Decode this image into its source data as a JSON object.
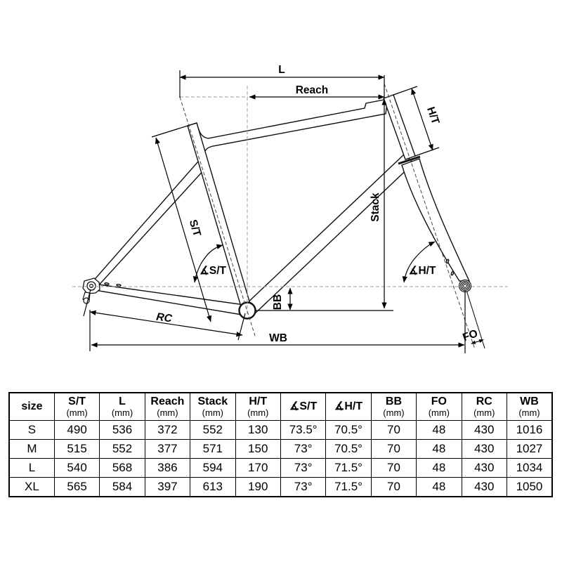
{
  "diagram": {
    "labels": {
      "l": "L",
      "reach": "Reach",
      "ht": "H/T",
      "stack": "Stack",
      "st": "S/T",
      "angle_st": "∡S/T",
      "angle_ht": "∡H/T",
      "bb": "BB",
      "rc": "RC",
      "wb": "WB",
      "fo": "FO"
    },
    "line_color": "#000000",
    "guide_color": "#999999"
  },
  "table": {
    "columns": [
      {
        "label": "size",
        "unit": ""
      },
      {
        "label": "S/T",
        "unit": "(mm)"
      },
      {
        "label": "L",
        "unit": "(mm)"
      },
      {
        "label": "Reach",
        "unit": "(mm)"
      },
      {
        "label": "Stack",
        "unit": "(mm)"
      },
      {
        "label": "H/T",
        "unit": "(mm)"
      },
      {
        "label": "∡S/T",
        "unit": ""
      },
      {
        "label": "∡H/T",
        "unit": ""
      },
      {
        "label": "BB",
        "unit": "(mm)"
      },
      {
        "label": "FO",
        "unit": "(mm)"
      },
      {
        "label": "RC",
        "unit": "(mm)"
      },
      {
        "label": "WB",
        "unit": "(mm)"
      }
    ],
    "rows": [
      {
        "cells": [
          "S",
          "490",
          "536",
          "372",
          "552",
          "130",
          "73.5°",
          "70.5°",
          "70",
          "48",
          "430",
          "1016"
        ]
      },
      {
        "cells": [
          "M",
          "515",
          "552",
          "377",
          "571",
          "150",
          "73°",
          "70.5°",
          "70",
          "48",
          "430",
          "1027"
        ]
      },
      {
        "cells": [
          "L",
          "540",
          "568",
          "386",
          "594",
          "170",
          "73°",
          "71.5°",
          "70",
          "48",
          "430",
          "1034"
        ]
      },
      {
        "cells": [
          "XL",
          "565",
          "584",
          "397",
          "613",
          "190",
          "73°",
          "71.5°",
          "70",
          "48",
          "430",
          "1050"
        ]
      }
    ]
  }
}
